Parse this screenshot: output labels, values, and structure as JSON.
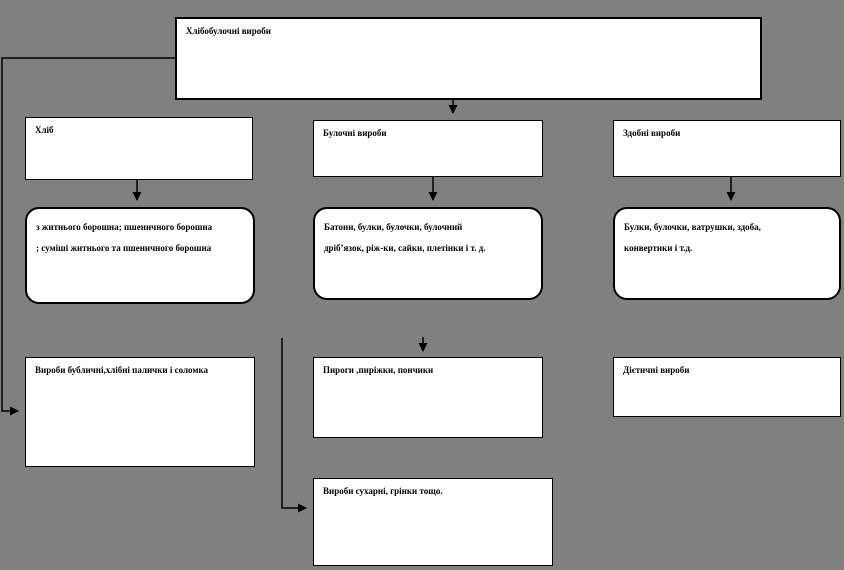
{
  "diagram": {
    "title": "Хлібобулочні вироби",
    "background_color": "#808080",
    "box_fill_color": "#ffffff",
    "line_color": "#000000",
    "nodes": {
      "root": {
        "label": "Хлібобулочні вироби"
      },
      "hlib": {
        "label": "Хліб"
      },
      "bulochni": {
        "label": "Булочні вироби"
      },
      "zdobni": {
        "label": "Здобні вироби"
      },
      "hlib_types": {
        "lines": [
          "з житнього борошна; пшеничного борошна",
          "; суміші житнього та пшеничного борошна"
        ]
      },
      "bulochni_types": {
        "lines": [
          "Батони, булки, булочки, булочний",
          "дріб’язок, ріж-ки, сайки, плетінки і т. д."
        ]
      },
      "zdobni_types": {
        "lines": [
          "Булки, булочки, ватрушки, здоба,",
          "конвертики і т.д."
        ]
      },
      "bublychni": {
        "label": "Вироби бубличні,хлібні палички і соломка"
      },
      "pyrohy": {
        "label": "Пироги ,пиріжки, пончики"
      },
      "diet": {
        "label": "Дієтичні вироби"
      },
      "suharni": {
        "label": "Вироби сухарні, грінки тощо."
      }
    }
  }
}
